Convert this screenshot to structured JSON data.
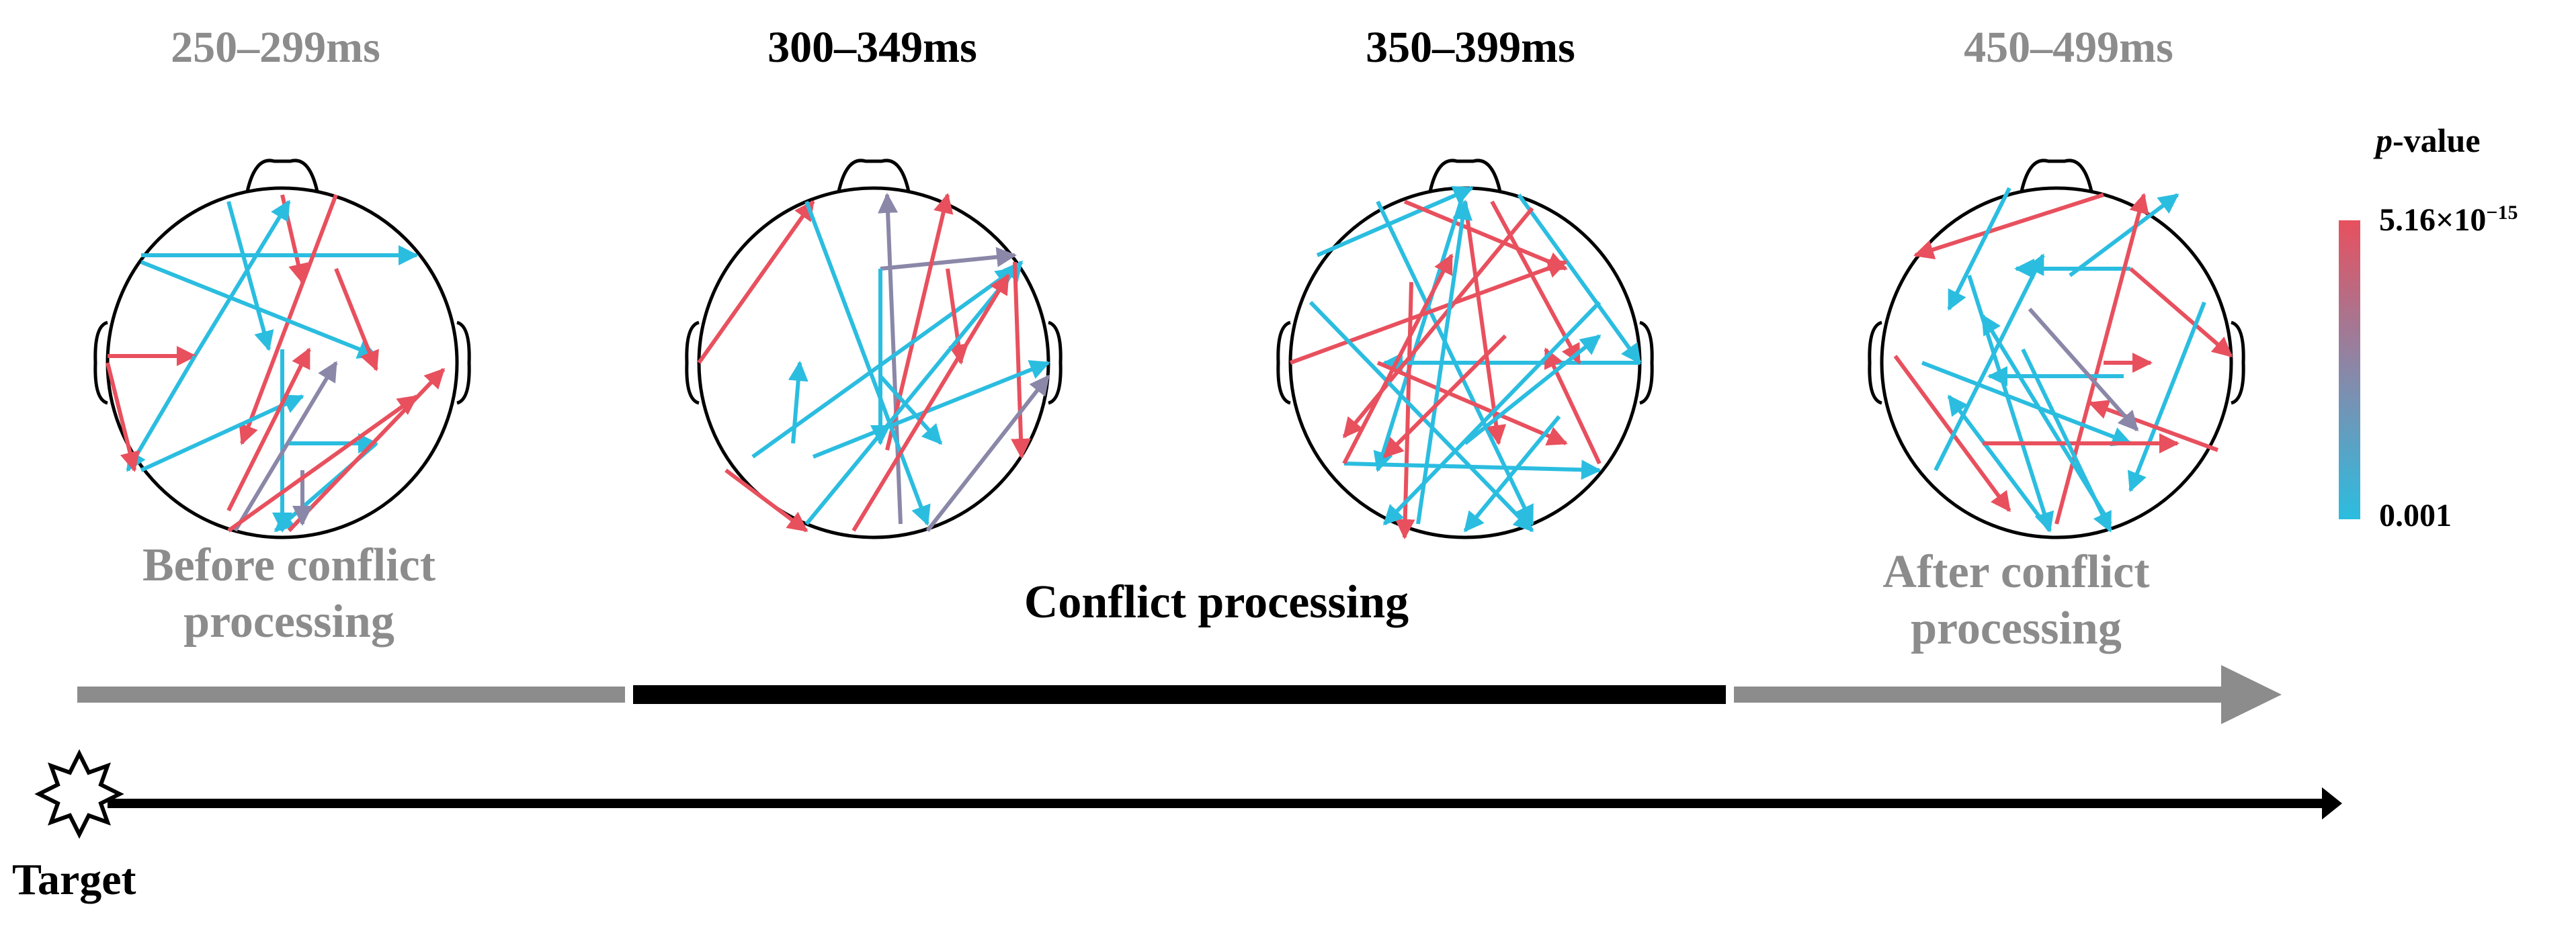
{
  "colors": {
    "before_after": "#8c8c8c",
    "conflict": "#000000",
    "p_high_red": "#e8505e",
    "p_mid": "#8a87a8",
    "p_low_cyan": "#2bbde0"
  },
  "windows": [
    {
      "label": "250–299ms",
      "phase": "before"
    },
    {
      "label": "300–349ms",
      "phase": "conflict"
    },
    {
      "label": "350–399ms",
      "phase": "conflict"
    },
    {
      "label": "450–499ms",
      "phase": "after"
    }
  ],
  "phases": {
    "before": {
      "line1": "Before conflict",
      "line2": "processing"
    },
    "conflict": {
      "line1": "Conflict processing"
    },
    "after": {
      "line1": "After conflict",
      "line2": "processing"
    }
  },
  "colorbar": {
    "title_italic": "p",
    "title_rest": "-value",
    "max_mantissa": "5.16×10",
    "max_exp": "−15",
    "min": "0.001"
  },
  "timeline": {
    "start_label": "Target",
    "start_icon": "star-burst-icon"
  }
}
